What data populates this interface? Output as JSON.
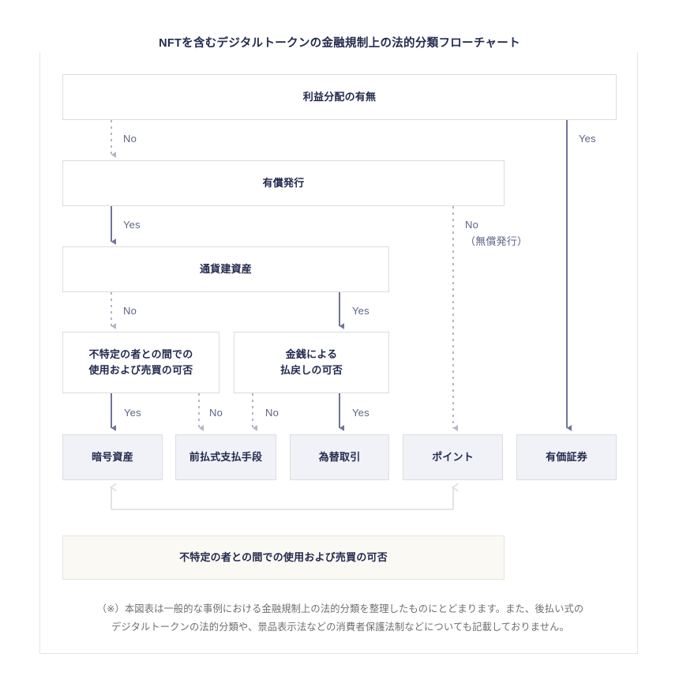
{
  "title": "NFTを含むデジタルトークンの金融規制上の法的分類フローチャート",
  "colors": {
    "text_dark": "#232a4e",
    "label": "#5d6486",
    "arrow_solid": "#6f749b",
    "arrow_dotted": "#b3b6c8",
    "box_border": "#dcdcdc",
    "terminal_fill": "#f1f2f7",
    "footer_fill": "#faf9f4",
    "frame": "#e4e4e4",
    "note": "#6f6f6f"
  },
  "decision_nodes": [
    {
      "id": "profit-distribution",
      "label": "利益分配の有無"
    },
    {
      "id": "paid-issuance",
      "label": "有償発行"
    },
    {
      "id": "currency-denominated-asset",
      "label": "通貨建資産"
    },
    {
      "id": "unspecified-party-use-trade",
      "label": "不特定の者との間での\n使用および売買の可否"
    },
    {
      "id": "cash-refund",
      "label": "金銭による\n払戻しの可否"
    }
  ],
  "terminal_nodes": [
    {
      "id": "crypto-asset",
      "label": "暗号資産"
    },
    {
      "id": "prepaid-payment-instrument",
      "label": "前払式支払手段"
    },
    {
      "id": "exchange-transaction",
      "label": "為替取引"
    },
    {
      "id": "point",
      "label": "ポイント"
    },
    {
      "id": "securities",
      "label": "有価証券"
    }
  ],
  "footer_box": {
    "label": "不特定の者との間での使用および売買の可否"
  },
  "edge_labels": {
    "profit_no": "No",
    "profit_yes": "Yes",
    "paid_yes": "Yes",
    "paid_no": "No",
    "paid_no_sub": "（無償発行）",
    "currency_no": "No",
    "currency_yes": "Yes",
    "use_trade_yes": "Yes",
    "use_trade_no": "No",
    "refund_no": "No",
    "refund_yes": "Yes"
  },
  "note": {
    "line1": "（※）本図表は一般的な事例における金融規制上の法的分類を整理したものにとどまります。また、後払い式の",
    "line2": "デジタルトークンの法的分類や、景品表示法などの消費者保護法制などについても記載しておりません。"
  }
}
